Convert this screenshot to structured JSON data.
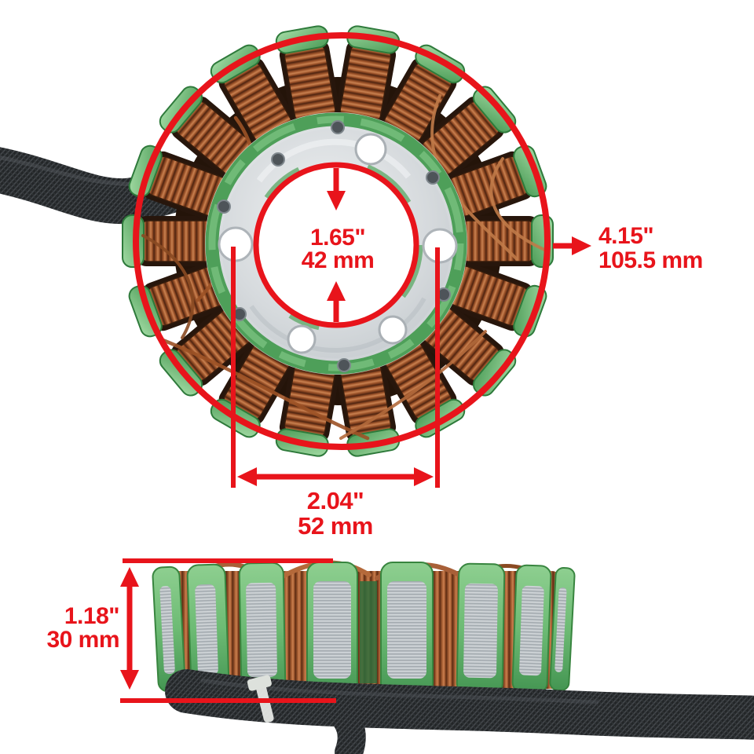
{
  "product": {
    "name": "motorcycle-stator-dimension-diagram",
    "views": [
      "top-view",
      "side-view"
    ]
  },
  "dimensions": {
    "inner_diameter": {
      "inches": "1.65\"",
      "mm": "42 mm"
    },
    "outer_diameter": {
      "inches": "4.15\"",
      "mm": "105.5 mm"
    },
    "hole_spacing": {
      "inches": "2.04\"",
      "mm": "52 mm"
    },
    "height": {
      "inches": "1.18\"",
      "mm": "30 mm"
    }
  },
  "icons": {
    "arrow": "filled-triangle-arrowhead"
  },
  "colors": {
    "annotation_red": "#e8141b",
    "stator_green": "#5fae68",
    "copper": "#a05a30",
    "plate_silver": "#d2d6d9",
    "cable_black": "#25282b",
    "background": "#ffffff"
  }
}
